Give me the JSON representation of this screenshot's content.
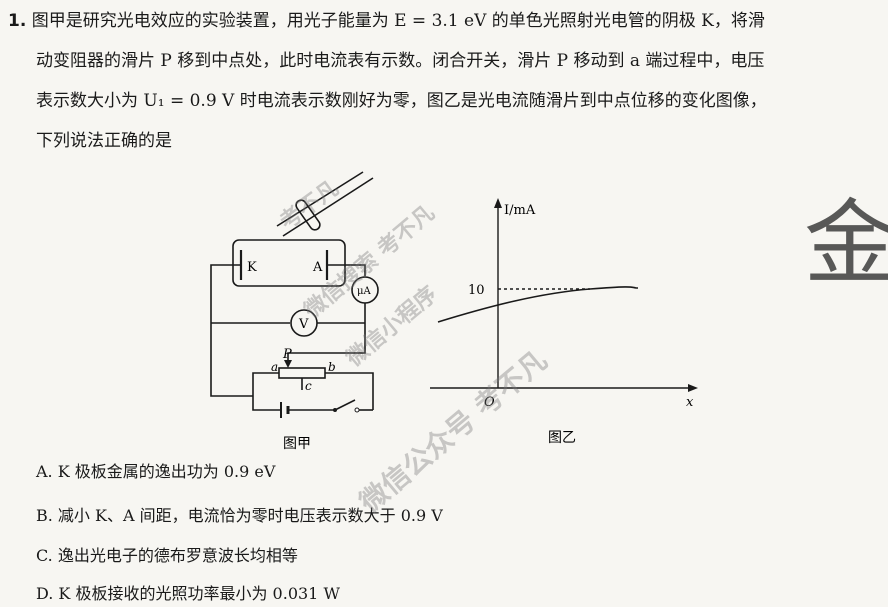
{
  "question": {
    "number": "1.",
    "line1": "图甲是研究光电效应的实验装置，用光子能量为 E = 3.1 eV 的单色光照射光电管的阴极 K，将滑",
    "line2": "动变阻器的滑片 P 移到中点处，此时电流表有示数。闭合开关，滑片 P 移动到 a 端过程中，电压",
    "line3": "表示数大小为 U₁ = 0.9 V 时电流表示数刚好为零，图乙是光电流随滑片到中点位移的变化图像，",
    "line4": "下列说法正确的是"
  },
  "fig1": {
    "caption": "图甲",
    "label_K": "K",
    "label_A": "A",
    "ammeter": "μA",
    "voltmeter": "V",
    "label_P": "P",
    "label_a": "a",
    "label_b": "b",
    "label_c": "c"
  },
  "fig2": {
    "caption": "图乙",
    "ylabel": "I/mA",
    "xlabel": "x",
    "origin": "O",
    "ytick": "10"
  },
  "options": [
    "A. K 极板金属的逸出功为 0.9 eV",
    "B. 减小 K、A 间距，电流恰为零时电压表示数大于 0.9 V",
    "C. 逸出光电子的德布罗意波长均相等",
    "D. K 极板接收的光照功率最小为 0.031 W"
  ],
  "watermarks": [
    "考不凡",
    "微信搜索 考不凡",
    "微信小程序",
    "微信公众号 考不凡"
  ],
  "colors": {
    "ink": "#1a1a1a",
    "paper": "#f7f6f2",
    "watermark": "#9a9a9a"
  }
}
